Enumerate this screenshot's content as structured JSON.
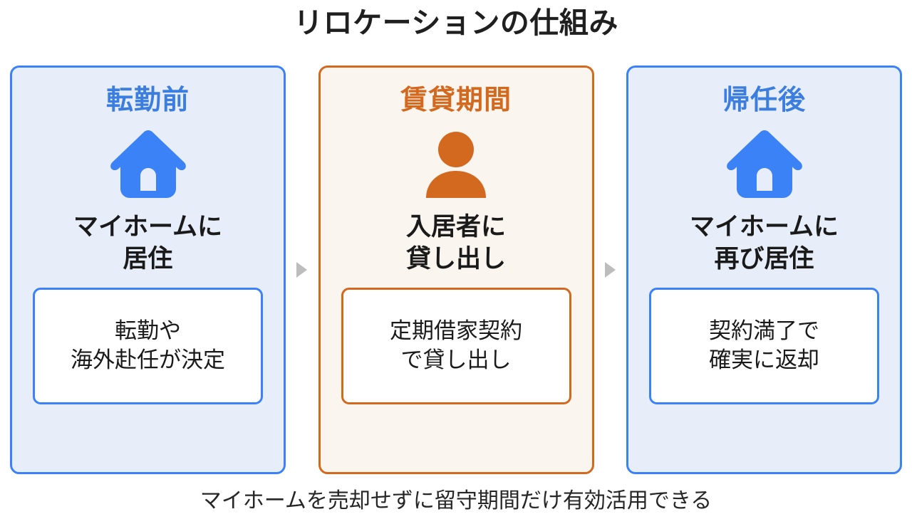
{
  "title": "リロケーションの仕組み",
  "colors": {
    "blue_border": "#3b82f6",
    "blue_fill": "#e7eefa",
    "blue_heading": "#3b7ee0",
    "orange_border": "#d2691e",
    "orange_fill": "#fbf5ef",
    "orange_heading": "#d2691e",
    "arrow_gray": "#bdbdbd",
    "text_dark": "#1a1a1a"
  },
  "stages": [
    {
      "heading": "転勤前",
      "icon": "home-icon",
      "caption": "マイホームに\n居住",
      "detail": "転勤や\n海外赴任が決定",
      "accent": "blue"
    },
    {
      "heading": "賃貸期間",
      "icon": "person-icon",
      "caption": "入居者に\n貸し出し",
      "detail": "定期借家契約\nで貸し出し",
      "accent": "orange"
    },
    {
      "heading": "帰任後",
      "icon": "home-icon",
      "caption": "マイホームに\n再び居住",
      "detail": "契約満了で\n確実に返却",
      "accent": "blue"
    }
  ],
  "arrows": [
    {
      "label": "arrow-right"
    },
    {
      "label": "arrow-right"
    }
  ],
  "footer": "マイホームを売却せずに留守期間だけ有効活用できる"
}
